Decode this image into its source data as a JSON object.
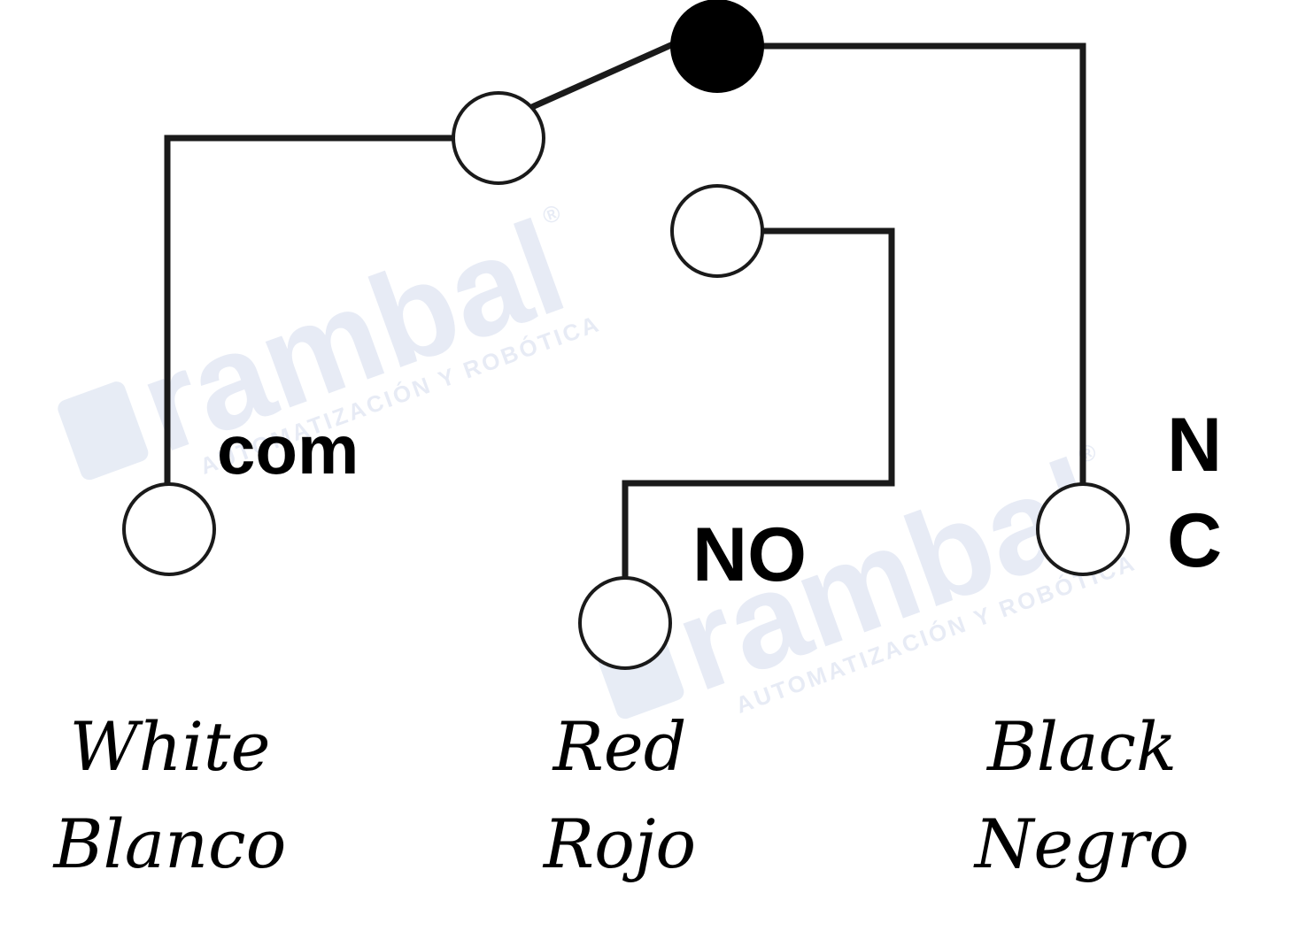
{
  "terminals": {
    "com": "com",
    "no": "NO",
    "nc_line1": "N",
    "nc_line2": "C"
  },
  "wires": {
    "white": {
      "en": "White",
      "es": "Blanco"
    },
    "red": {
      "en": "Red",
      "es": "Rojo"
    },
    "black": {
      "en": "Black",
      "es": "Negro"
    }
  },
  "watermark": {
    "brand": "rambal",
    "tagline": "AUTOMATIZACIÓN Y ROBÓTICA",
    "registered": "®"
  },
  "colors": {
    "line": "#1a1a1a",
    "pivot": "#000000",
    "watermark": "#d4dced"
  }
}
